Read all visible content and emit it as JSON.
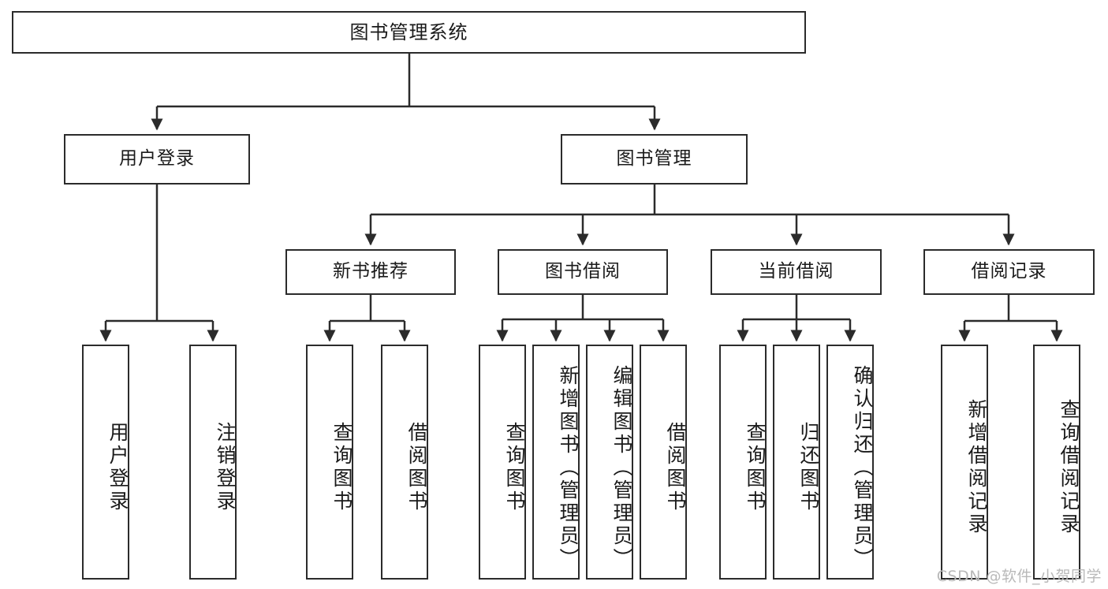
{
  "diagram": {
    "title": "图书管理系统",
    "watermark": "CSDN @软件_小贺同学",
    "colors": {
      "stroke": "#2b2b2b",
      "fill": "#ffffff",
      "text": "#1a1a1a",
      "watermark": "#b9b9b9"
    },
    "nodes": {
      "root": {
        "label": "图书管理系统"
      },
      "level2": [
        {
          "id": "user-login",
          "label": "用户登录"
        },
        {
          "id": "book-manage",
          "label": "图书管理"
        }
      ],
      "level3": [
        {
          "id": "new-book-recommend",
          "label": "新书推荐"
        },
        {
          "id": "book-borrow",
          "label": "图书借阅"
        },
        {
          "id": "current-borrow",
          "label": "当前借阅"
        },
        {
          "id": "borrow-record",
          "label": "借阅记录"
        }
      ],
      "leaves": [
        {
          "id": "leaf-user-login",
          "label": "用户登录",
          "parent": "user-login"
        },
        {
          "id": "leaf-logout-login",
          "label": "注销登录",
          "parent": "user-login"
        },
        {
          "id": "leaf-query-book-1",
          "label": "查询图书",
          "parent": "new-book-recommend"
        },
        {
          "id": "leaf-borrow-book-1",
          "label": "借阅图书",
          "parent": "new-book-recommend"
        },
        {
          "id": "leaf-query-book-2",
          "label": "查询图书",
          "parent": "book-borrow"
        },
        {
          "id": "leaf-add-book",
          "label": "新增图书（管理员）",
          "parent": "book-borrow"
        },
        {
          "id": "leaf-edit-book",
          "label": "编辑图书（管理员）",
          "parent": "book-borrow"
        },
        {
          "id": "leaf-borrow-book-2",
          "label": "借阅图书",
          "parent": "book-borrow"
        },
        {
          "id": "leaf-query-book-3",
          "label": "查询图书",
          "parent": "current-borrow"
        },
        {
          "id": "leaf-return-book",
          "label": "归还图书",
          "parent": "current-borrow"
        },
        {
          "id": "leaf-confirm-return",
          "label": "确认归还（管理员）",
          "parent": "current-borrow"
        },
        {
          "id": "leaf-add-record",
          "label": "新增借阅记录",
          "parent": "borrow-record"
        },
        {
          "id": "leaf-query-record",
          "label": "查询借阅记录",
          "parent": "borrow-record"
        }
      ]
    }
  }
}
